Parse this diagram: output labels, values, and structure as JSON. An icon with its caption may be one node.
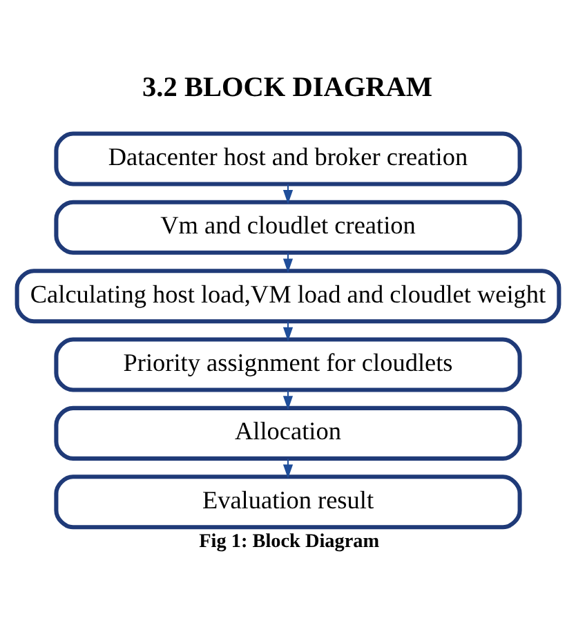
{
  "diagram": {
    "title": "3.2 BLOCK DIAGRAM",
    "caption": "Fig 1: Block Diagram",
    "nodes": [
      {
        "text": [
          "Datacenter host and broker creation"
        ]
      },
      {
        "text": [
          "Vm and cloudlet creation"
        ]
      },
      {
        "text": [
          "Calculating host load,VM load and cloudlet weight"
        ]
      },
      {
        "text": [
          "Priority assignment for cloudlets"
        ]
      },
      {
        "text": [
          "Allocation"
        ]
      },
      {
        "text": [
          "Evaluation result"
        ]
      }
    ],
    "edges": [
      {
        "from": 0,
        "to": 1,
        "arrow": "to"
      },
      {
        "from": 1,
        "to": 2,
        "arrow": "to"
      },
      {
        "from": 2,
        "to": 3,
        "arrow": "to"
      },
      {
        "from": 3,
        "to": 4,
        "arrow": "to"
      },
      {
        "from": 4,
        "to": 5,
        "arrow": "to"
      }
    ]
  }
}
